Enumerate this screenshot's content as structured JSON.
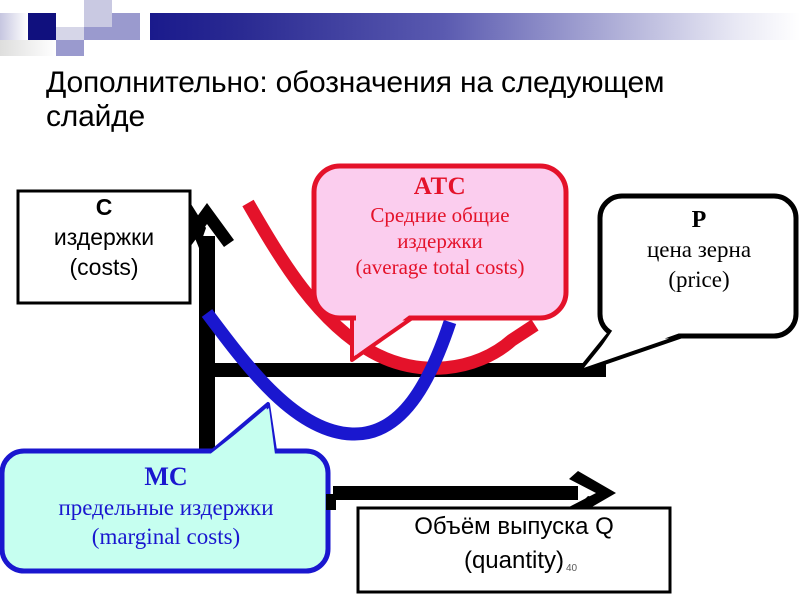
{
  "slide": {
    "title": "Дополнительно: обозначения на следующем слайде",
    "page_number": "40"
  },
  "colors": {
    "banner_dark": "#1a1a8c",
    "banner_light": "#ffffff",
    "atc_curve": "#e4122a",
    "atc_box_fill": "#fbcdee",
    "atc_box_stroke": "#e4122a",
    "mc_curve": "#1a17cf",
    "mc_box_fill": "#c6fff0",
    "mc_box_stroke": "#1a17cf",
    "axis": "#000000",
    "text_black": "#000000"
  },
  "callouts": {
    "cost_axis": {
      "symbol": "C",
      "line_ru": "издержки",
      "line_en": "(costs)"
    },
    "atc": {
      "symbol": "ATC",
      "line_ru_1": "Средние общие",
      "line_ru_2": "издержки",
      "line_en": "(average total costs)"
    },
    "price": {
      "symbol": "P",
      "line_ru": "цена зерна",
      "line_en": "(price)"
    },
    "mc": {
      "symbol": "MC",
      "line_ru": "предельные издержки",
      "line_en": "(marginal costs)"
    },
    "quantity": {
      "line_ru": "Объём выпуска Q",
      "line_en": "(quantity)"
    }
  },
  "chart_data": {
    "type": "line",
    "title": "",
    "xlabel": "Объём выпуска Q (quantity)",
    "ylabel": "C издержки (costs)",
    "grid": false,
    "legend_position": "callouts",
    "axes": {
      "y_axis": {
        "x": 207,
        "y_top": 205,
        "y_bottom": 500,
        "arrow": "up"
      },
      "x_axis": {
        "y": 492,
        "x_left": 333,
        "x_right": 588,
        "arrow": "right"
      },
      "price_line": {
        "y": 370,
        "x_left": 207,
        "x_right": 606,
        "label": "P"
      }
    },
    "series": [
      {
        "name": "ATC",
        "label_ru": "Средние общие издержки",
        "label_en": "average total costs",
        "color": "#e4122a",
        "shape": "u-curve",
        "points": [
          [
            247,
            205
          ],
          [
            290,
            268
          ],
          [
            330,
            318
          ],
          [
            370,
            350
          ],
          [
            410,
            364
          ],
          [
            450,
            370
          ],
          [
            490,
            366
          ],
          [
            530,
            350
          ],
          [
            535,
            330
          ]
        ]
      },
      {
        "name": "MC",
        "label_ru": "предельные издержки",
        "label_en": "marginal costs",
        "color": "#1a17cf",
        "shape": "u-curve",
        "points": [
          [
            206,
            314
          ],
          [
            250,
            378
          ],
          [
            290,
            412
          ],
          [
            330,
            434
          ],
          [
            370,
            432
          ],
          [
            405,
            404
          ],
          [
            430,
            362
          ],
          [
            450,
            324
          ]
        ]
      }
    ]
  }
}
